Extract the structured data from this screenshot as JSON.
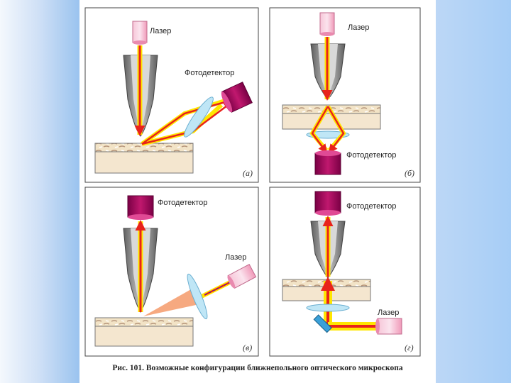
{
  "panels": {
    "a": {
      "laser_label": "Лазер",
      "detector_label": "Фотодетектор",
      "tag": "(а)"
    },
    "b": {
      "laser_label": "Лазер",
      "detector_label": "Фотодетектор",
      "tag": "(б)"
    },
    "v": {
      "laser_label": "Лазер",
      "detector_label": "Фотодетектор",
      "tag": "(в)"
    },
    "g": {
      "laser_label": "Лазер",
      "detector_label": "Фотодетектор",
      "tag": "(г)"
    }
  },
  "caption": "Рис. 101. Возможные конфигурации ближнепольного оптического микроскопа",
  "colors": {
    "beam": "#e8231b",
    "beam_glow": "#ffe600",
    "laser": "#f6b4cd",
    "detector": "#a8005e",
    "lens": "#bfe6f6",
    "sample": "#f4e6cf",
    "probe": "#8a8a8a"
  }
}
